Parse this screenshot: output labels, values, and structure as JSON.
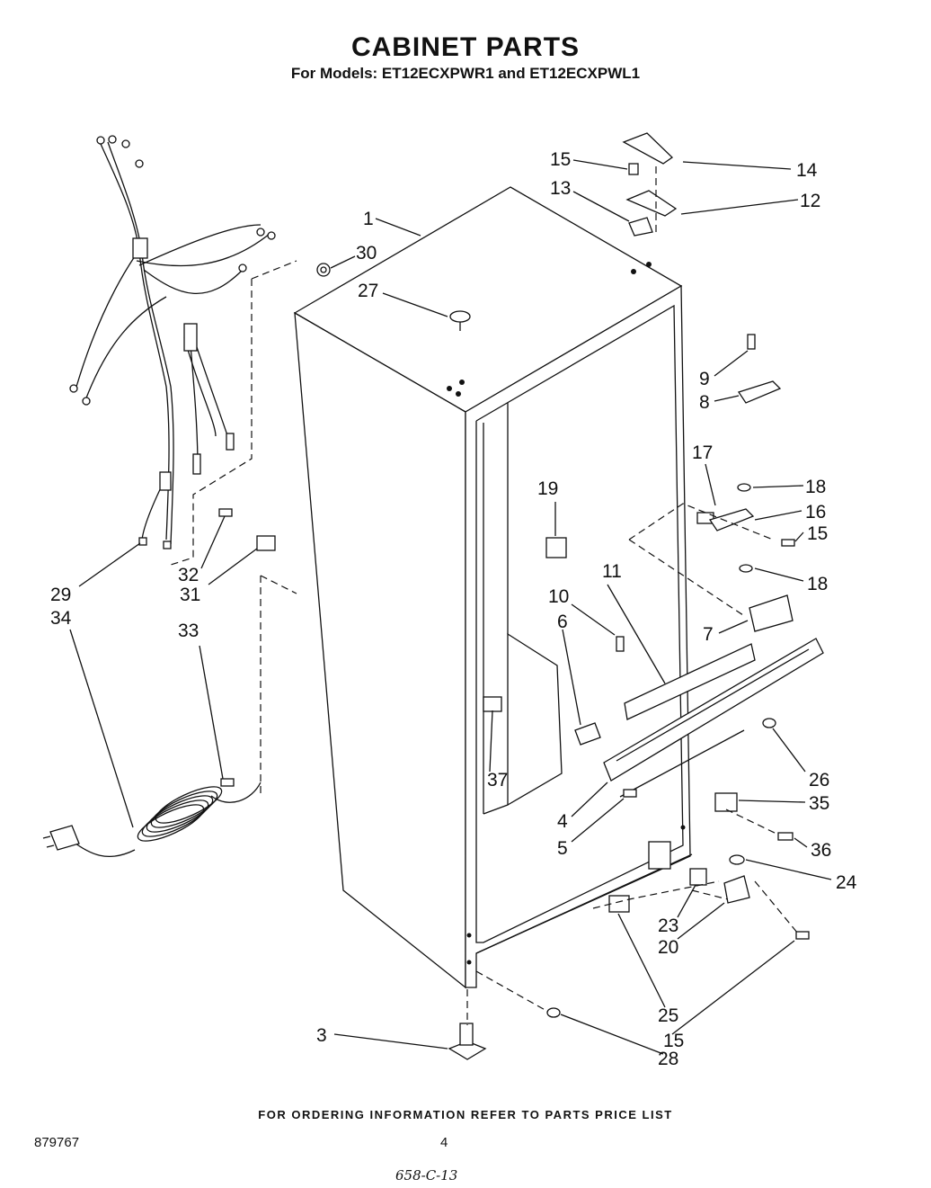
{
  "header": {
    "title": "CABINET PARTS",
    "subtitle": "For Models: ET12ECXPWR1 and ET12ECXPWL1"
  },
  "footer": {
    "ordering_note": "FOR ORDERING INFORMATION REFER TO PARTS PRICE LIST",
    "document_number": "879767",
    "page_number": "4",
    "handwritten_code": "658-C-13"
  },
  "callouts": [
    "1",
    "3",
    "4",
    "5",
    "6",
    "7",
    "8",
    "9",
    "10",
    "11",
    "12",
    "13",
    "14",
    "15",
    "16",
    "17",
    "18",
    "19",
    "20",
    "23",
    "24",
    "25",
    "26",
    "27",
    "28",
    "29",
    "30",
    "31",
    "32",
    "33",
    "34",
    "35",
    "36",
    "37"
  ]
}
